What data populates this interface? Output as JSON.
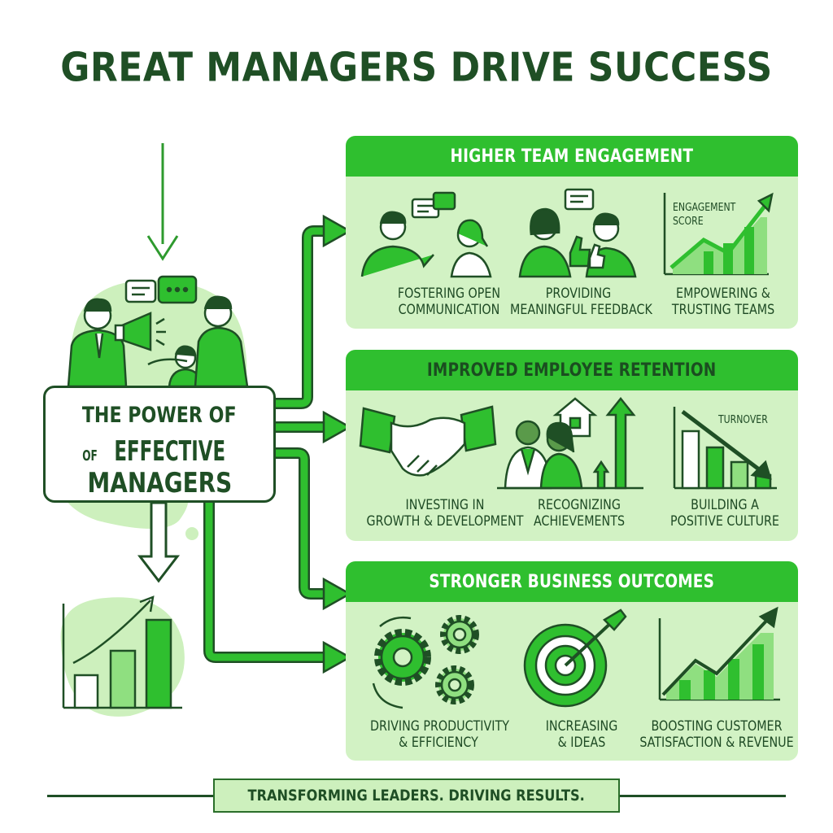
{
  "title": "GREAT MANAGERS DRIVE SUCCESS",
  "center": {
    "line1": "THE POWER OF",
    "line2_small": "OF",
    "line2_big": "EFFECTIVE",
    "line3": "MANAGERS"
  },
  "panels": [
    {
      "heading": "HIGHER TEAM ENGAGEMENT",
      "items": [
        {
          "line1": "FOSTERING OPEN",
          "line2": "COMMUNICATION",
          "icon": "people-talking-icon"
        },
        {
          "line1": "PROVIDING",
          "line2": "MEANINGFUL FEEDBACK",
          "icon": "thumbs-up-icon"
        },
        {
          "line1": "EMPOWERING &",
          "line2": "TRUSTING TEAMS",
          "icon": "rising-chart-icon"
        }
      ],
      "chart_label_1": "ENGAGEMENT",
      "chart_label_2": "SCORE"
    },
    {
      "heading": "IMPROVED EMPLOYEE RETENTION",
      "items": [
        {
          "line1": "INVESTING IN",
          "line2": "GROWTH & DEVELOPMENT",
          "icon": "handshake-icon"
        },
        {
          "line1": "RECOGNIZING",
          "line2": "ACHIEVEMENTS",
          "icon": "family-house-icon"
        },
        {
          "line1": "BUILDING A",
          "line2": "POSITIVE CULTURE",
          "icon": "falling-chart-icon"
        }
      ],
      "chart_label": "TURNOVER"
    },
    {
      "heading": "STRONGER BUSINESS OUTCOMES",
      "items": [
        {
          "line1": "DRIVING PRODUCTIVITY",
          "line2": "& EFFICIENCY",
          "icon": "gears-icon"
        },
        {
          "line1": "INCREASING",
          "line2": "& IDEAS",
          "icon": "target-icon"
        },
        {
          "line1": "BOOSTING CUSTOMER",
          "line2": "SATISFACTION & REVENUE",
          "icon": "growth-chart-icon"
        }
      ]
    }
  ],
  "footer": "TRANSFORMING LEADERS. DRIVING RESULTS.",
  "colors": {
    "accent": "#2fbf2f",
    "dark": "#1f4f25",
    "panel": "#d2f2c4",
    "light": "#c9efb9"
  }
}
